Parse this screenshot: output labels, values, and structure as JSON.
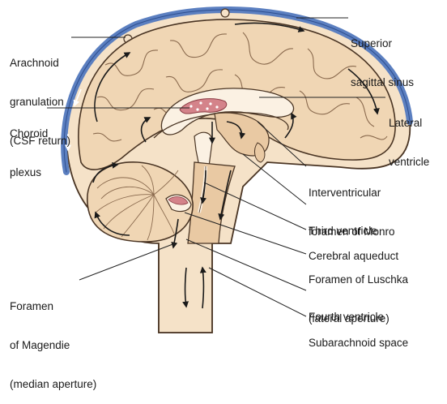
{
  "labels": {
    "arachnoid": [
      "Arachnoid",
      "granulation",
      "(CSF return)"
    ],
    "superior_sinus": [
      "Superior",
      "sagittal sinus"
    ],
    "choroid": [
      "Choroid",
      "plexus"
    ],
    "lateral_ventricle": [
      "Lateral",
      "ventricle"
    ],
    "interventricular": [
      "Interventricular",
      "foramen of Monro"
    ],
    "third_ventricle": [
      "Third ventricle"
    ],
    "aqueduct": [
      "Cerebral aqueduct"
    ],
    "luschka": [
      "Foramen of Luschka",
      "(lateral aperture)"
    ],
    "magendie": [
      "Foramen",
      "of Magendie",
      "(median aperture)"
    ],
    "fourth_ventricle": [
      "Fourth ventricle"
    ],
    "subarachnoid": [
      "Subarachnoid space"
    ]
  },
  "colors": {
    "brain": "#f0d6b4",
    "brain_outline": "#4a3524",
    "sinus": "#5b7fc0",
    "csf_pale": "#fbf1e3",
    "choroid": "#d4838a",
    "leader": "#222222"
  }
}
